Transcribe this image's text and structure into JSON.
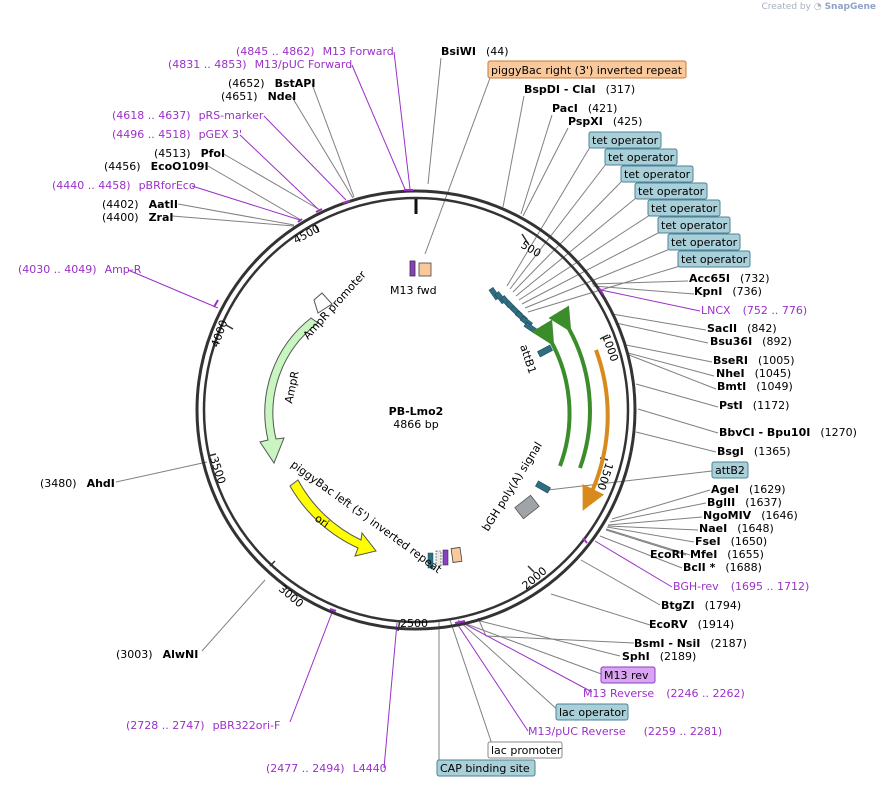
{
  "credit": {
    "prefix": "Created by",
    "brand": "SnapGene"
  },
  "plasmid": {
    "name": "PB-Lmo2",
    "size": "4866 bp",
    "length": 4866
  },
  "ticks": [
    "500",
    "1000",
    "1500",
    "2000",
    "2500",
    "3000",
    "3500",
    "4000",
    "4500"
  ],
  "sites": [
    {
      "name": "BsiWI",
      "pos": "(44)"
    },
    {
      "name": "BspDI",
      "sep": " - ClaI",
      "pos": "(317)"
    },
    {
      "name": "PacI",
      "pos": "(421)"
    },
    {
      "name": "PspXI",
      "pos": "(425)"
    },
    {
      "name": "Acc65I",
      "pos": "(732)"
    },
    {
      "name": "KpnI",
      "pos": "(736)"
    },
    {
      "name": "SacII",
      "pos": "(842)"
    },
    {
      "name": "Bsu36I",
      "pos": "(892)"
    },
    {
      "name": "BseRI",
      "pos": "(1005)"
    },
    {
      "name": "NheI",
      "pos": "(1045)"
    },
    {
      "name": "BmtI",
      "pos": "(1049)"
    },
    {
      "name": "PstI",
      "pos": "(1172)"
    },
    {
      "name": "BbvCI",
      "sep": " - Bpu10I",
      "pos": "(1270)"
    },
    {
      "name": "BsgI",
      "pos": "(1365)"
    },
    {
      "name": "AgeI",
      "pos": "(1629)"
    },
    {
      "name": "BglII",
      "pos": "(1637)"
    },
    {
      "name": "NgoMIV",
      "pos": "(1646)"
    },
    {
      "name": "NaeI",
      "pos": "(1648)"
    },
    {
      "name": "FseI",
      "pos": "(1650)"
    },
    {
      "name": "EcoRI",
      "pos": "(1655)"
    },
    {
      "name": "MfeI",
      "pos": "(1655)"
    },
    {
      "name": "BclI *",
      "pos": "(1688)"
    },
    {
      "name": "BtgZI",
      "pos": "(1794)"
    },
    {
      "name": "EcoRV",
      "pos": "(1914)"
    },
    {
      "name": "BsmI",
      "sep": " - NsiI",
      "pos": "(2187)"
    },
    {
      "name": "SphI",
      "pos": "(2189)"
    },
    {
      "name": "AlwNI",
      "pos": "(3003)"
    },
    {
      "name": "AhdI",
      "pos": "(3480)"
    },
    {
      "name": "ZraI",
      "pos": "(4400)"
    },
    {
      "name": "AatII",
      "pos": "(4402)"
    },
    {
      "name": "EcoO109I",
      "pos": "(4456)"
    },
    {
      "name": "PfoI",
      "pos": "(4513)"
    },
    {
      "name": "NdeI",
      "pos": "(4651)"
    },
    {
      "name": "BstAPI",
      "pos": "(4652)"
    }
  ],
  "primers": [
    {
      "name": "M13 Forward",
      "range": "(4845 .. 4862)"
    },
    {
      "name": "M13/pUC Forward",
      "range": "(4831 .. 4853)"
    },
    {
      "name": "pRS-marker",
      "range": "(4618 .. 4637)"
    },
    {
      "name": "pGEX 3'",
      "range": "(4496 .. 4518)"
    },
    {
      "name": "pBRforEco",
      "range": "(4440 .. 4458)"
    },
    {
      "name": "Amp-R",
      "range": "(4030 .. 4049)"
    },
    {
      "name": "LNCX",
      "range": "(752 .. 776)"
    },
    {
      "name": "BGH-rev",
      "range": "(1695 .. 1712)"
    },
    {
      "name": "M13 Reverse",
      "range": "(2246 .. 2262)"
    },
    {
      "name": "M13/pUC Reverse",
      "range": "(2259 .. 2281)"
    },
    {
      "name": "pBR322ori-F",
      "range": "(2728 .. 2747)"
    },
    {
      "name": "L4440",
      "range": "(2477 .. 2494)"
    }
  ],
  "boxed_labels": {
    "piggybac_right": "piggyBac right (3') inverted repeat",
    "tet_operator": "tet operator",
    "attB2": "attB2",
    "m13_rev": "M13 rev",
    "lac_operator": "lac operator",
    "lac_promoter": "lac promoter",
    "cap_site": "CAP binding site"
  },
  "inner_labels": {
    "m13_fwd": "M13 fwd",
    "attB1": "attB1",
    "bgh": "bGH poly(A) signal",
    "ampr_promoter": "AmpR promoter",
    "ampr": "AmpR",
    "piggybac_left": "piggyBac left (5') inverted repeat",
    "ori": "ori"
  },
  "colors": {
    "primer": "#9b30c8",
    "site_line": "#808080",
    "backbone": "#333333",
    "tet_box": "#a9cfd9",
    "piggybac_box": "#f9c89b",
    "m13rev_box": "#d9a5f2",
    "ampr_fill": "#c8f5c0",
    "ori_fill": "#ffff00",
    "orange_arrow": "#e8a13a",
    "green_arrow": "#3a8d2a",
    "tet_bar": "#2f6e82"
  }
}
